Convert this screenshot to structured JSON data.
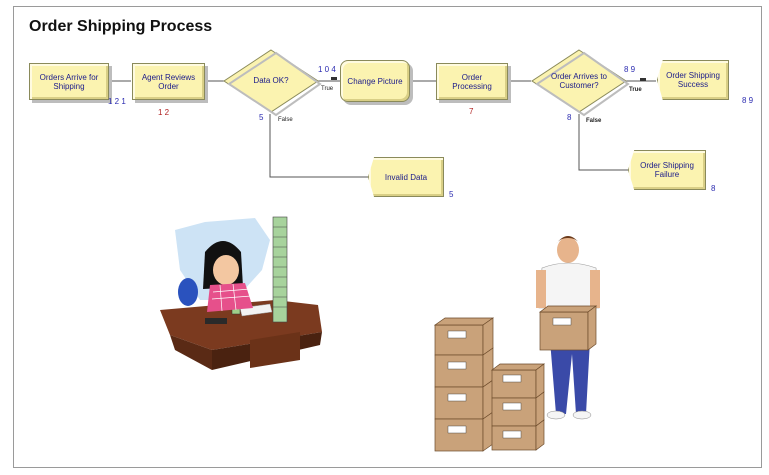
{
  "title": "Order Shipping Process",
  "nodes": {
    "orders_arrive": {
      "label": "Orders Arrive for Shipping",
      "counter": "1 2 1"
    },
    "agent_reviews": {
      "label": "Agent Reviews Order",
      "counter": "1 2"
    },
    "data_ok": {
      "label": "Data OK?",
      "counter_true": "1 0 4",
      "counter_false": "5",
      "true_label": "True",
      "false_label": "False"
    },
    "change_picture": {
      "label": "Change Picture"
    },
    "order_processing": {
      "label": "Order Processing",
      "counter": "7"
    },
    "order_arrives": {
      "label": "Order Arrives to Customer?",
      "counter_true": "8 9",
      "counter_false": "8",
      "true_label": "True",
      "false_label": "False"
    },
    "shipping_success": {
      "label": "Order Shipping Success",
      "counter": "8 9"
    },
    "invalid_data": {
      "label": "Invalid Data",
      "counter": "5"
    },
    "shipping_failure": {
      "label": "Order Shipping Failure",
      "counter": "8"
    }
  },
  "colors": {
    "block_fill": "#fbf3b0",
    "block_text": "#1a1a8a",
    "connector": "#555555"
  },
  "illustrations": {
    "left": "agent-at-desk-illustration",
    "right": "worker-with-boxes-illustration"
  }
}
